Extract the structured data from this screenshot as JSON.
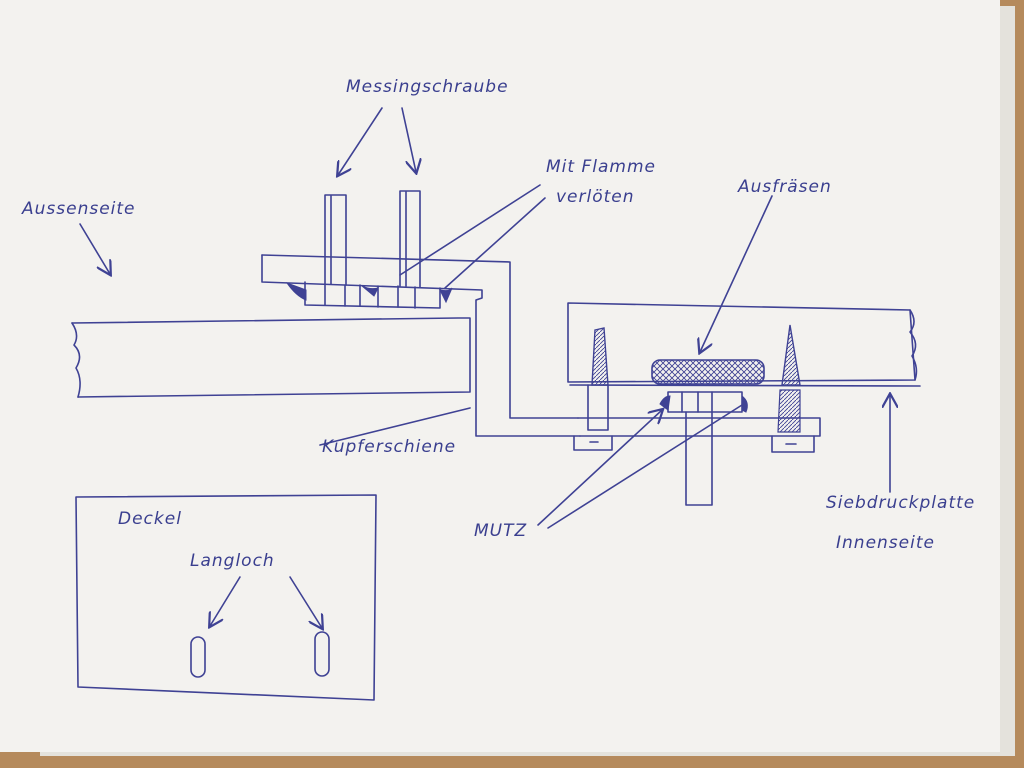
{
  "labels": {
    "messingschraube": "Messingschraube",
    "mit_flamme": "Mit Flamme",
    "verloeten": "verlöten",
    "aussenseite": "Aussenseite",
    "ausfraesen": "Ausfräsen",
    "kupferschiene": "Kupferschiene",
    "siebdruckplatte": "Siebdruckplatte",
    "innenseite": "Innenseite",
    "mutz": "MUTZ",
    "deckel": "Deckel",
    "langloch": "Langloch"
  },
  "colors": {
    "ink": "#3f4294",
    "paper": "#f3f2ef",
    "desk": "#b58a5c"
  }
}
